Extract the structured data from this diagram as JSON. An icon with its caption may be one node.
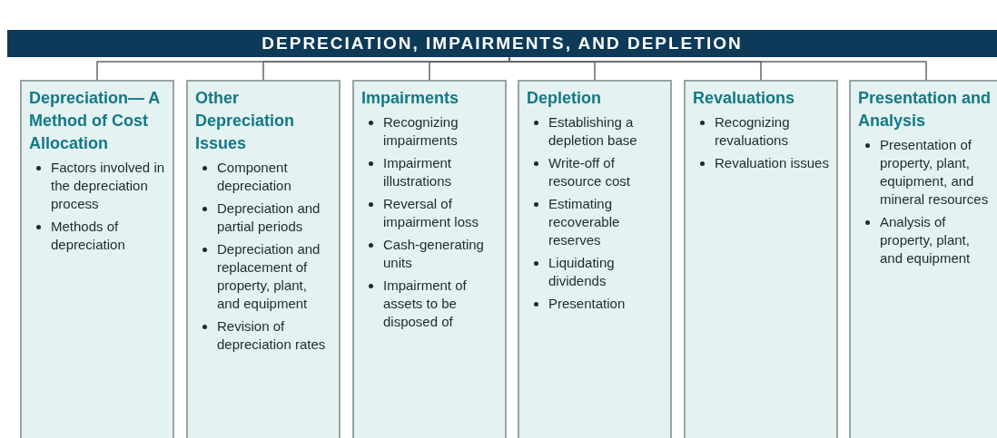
{
  "diagram": {
    "nodes": [
      {
        "text": [
          "DEPRECIATION, IMPAIRMENTS, AND DEPLETION"
        ]
      },
      {
        "text": [
          "Depreciation— A Method of Cost Allocation",
          "Factors involved in the depreciation process",
          "Methods of depreciation"
        ]
      },
      {
        "text": [
          "Other Depreciation Issues",
          "Component depreciation",
          "Depreciation and partial periods",
          "Depreciation and replacement of property, plant, and equipment",
          "Revision of depreciation rates"
        ]
      },
      {
        "text": [
          "Impairments",
          "Recognizing impairments",
          "Impairment illustrations",
          "Reversal of impairment loss",
          "Cash-generating units",
          "Impairment of assets to be disposed of"
        ]
      },
      {
        "text": [
          "Depletion",
          "Establishing a depletion base",
          "Write-off of resource cost",
          "Estimating recoverable reserves",
          "Liquidating dividends",
          "Presentation"
        ]
      },
      {
        "text": [
          "Revaluations",
          "Recognizing revaluations",
          "Revaluation issues"
        ]
      },
      {
        "text": [
          "Presentation and Analysis",
          "Presentation of property, plant, equipment, and mineral resources",
          "Analysis of property, plant, and equipment"
        ]
      }
    ],
    "edges": [
      {
        "from": 0,
        "to": 1,
        "arrow": "none"
      },
      {
        "from": 0,
        "to": 2,
        "arrow": "none"
      },
      {
        "from": 0,
        "to": 3,
        "arrow": "none"
      },
      {
        "from": 0,
        "to": 4,
        "arrow": "none"
      },
      {
        "from": 0,
        "to": 5,
        "arrow": "none"
      },
      {
        "from": 0,
        "to": 6,
        "arrow": "none"
      }
    ]
  }
}
